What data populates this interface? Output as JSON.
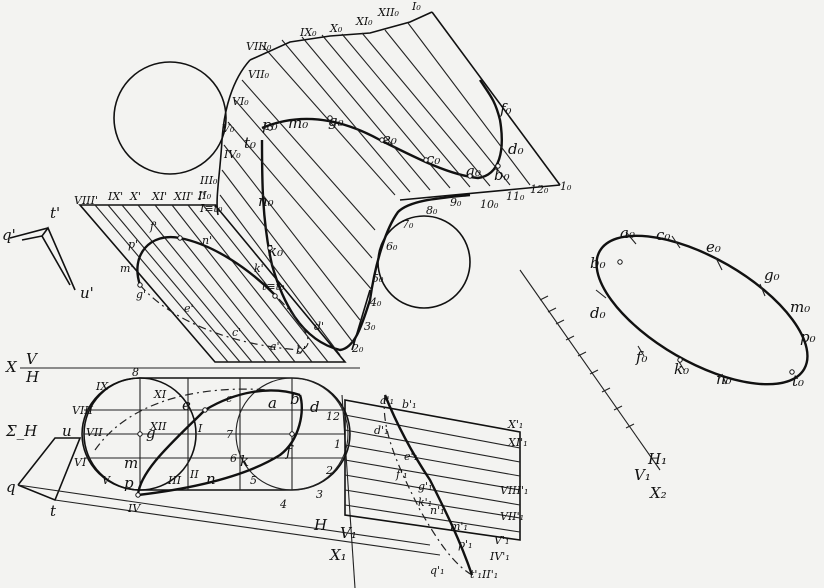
{
  "labels": {
    "top_row": [
      "VIII₀",
      "IX₀",
      "X₀",
      "XI₀",
      "XII₀",
      "I₀"
    ],
    "left_row": [
      "VII₀",
      "VI₀",
      "V₀",
      "IV₀",
      "III₀",
      "II₀",
      "I≡t₀"
    ],
    "surface_points": [
      "p₀",
      "m₀",
      "g₀",
      "e₀",
      "c₀",
      "a₀",
      "b₀",
      "d₀",
      "f₀",
      "t₀",
      "n₀",
      "k₀",
      "t≡t₀"
    ],
    "lower_row": [
      "12₀",
      "11₀",
      "10₀",
      "9₀",
      "8₀",
      "7₀",
      "6₀",
      "5₀",
      "4₀",
      "3₀",
      "2₀",
      "1₀"
    ],
    "front_view": [
      "q'",
      "t'",
      "u'",
      "p'",
      "m'",
      "g'",
      "e'",
      "c'",
      "a'",
      "b'",
      "d'",
      "f'",
      "n'",
      "k'"
    ],
    "front_top": [
      "VIII'",
      "IX'",
      "X'",
      "XI'",
      "XII'",
      "I'"
    ],
    "axis_xvh": [
      "X",
      "V",
      "H"
    ],
    "axis_sigma": "Σ_H",
    "top_view": [
      "IX",
      "VIII",
      "VII",
      "VI",
      "V",
      "IV",
      "III",
      "II",
      "XI",
      "XII",
      "I",
      "u",
      "q",
      "t",
      "g",
      "m",
      "p",
      "e",
      "c",
      "a",
      "b",
      "d",
      "f",
      "k",
      "n",
      "8",
      "7",
      "6",
      "5",
      "4",
      "3",
      "2",
      "1",
      "12"
    ],
    "axis_x1": [
      "X₁",
      "H",
      "V₁"
    ],
    "right_proj": [
      "a'₁",
      "b'₁",
      "d'₁",
      "e'₁",
      "f'₁",
      "g'₁",
      "k'₁",
      "n'₁",
      "m'₁",
      "p'₁",
      "q'₁",
      "t'₁"
    ],
    "right_proj_roman": [
      "X'₁",
      "XI'₁",
      "VIII'₁",
      "VII'₁",
      "V'₁",
      "IV'₁",
      "II'₁"
    ],
    "ellipse_points": [
      "a₀",
      "c₀",
      "e₀",
      "g₀",
      "m₀",
      "p₀",
      "t₀",
      "n₀",
      "k₀",
      "f₀",
      "d₀",
      "b₀"
    ],
    "axis_x2": [
      "H₁",
      "V₁",
      "X₂"
    ]
  }
}
